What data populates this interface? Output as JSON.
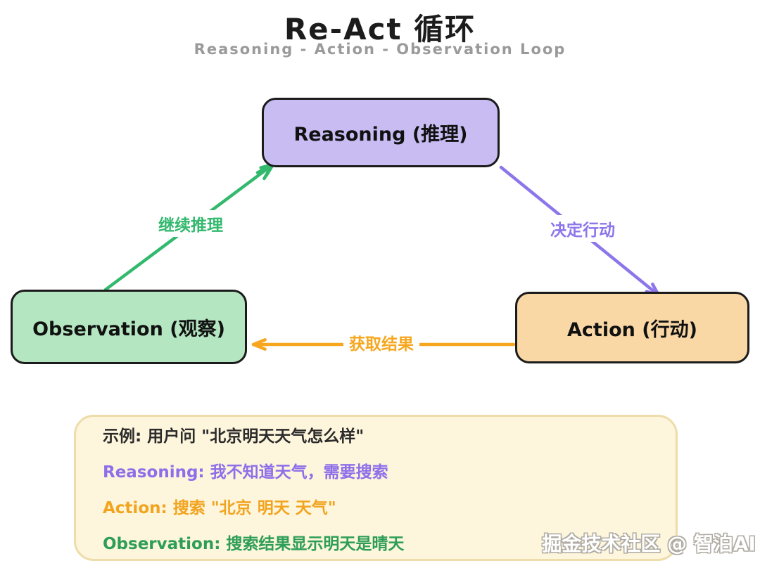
{
  "title": "Re-Act 循环",
  "subtitle": "Reasoning - Action - Observation Loop",
  "nodes": {
    "reasoning": {
      "label": "Reasoning (推理)",
      "fill": "#c8bcf3"
    },
    "observation": {
      "label": "Observation (观察)",
      "fill": "#b4e6c1"
    },
    "action": {
      "label": "Action (行动)",
      "fill": "#f9d8a6"
    }
  },
  "edges": {
    "continue_reasoning": {
      "label": "继续推理",
      "color": "#33b96e",
      "from": "observation",
      "to": "reasoning"
    },
    "decide_action": {
      "label": "决定行动",
      "color": "#8d75ea",
      "from": "reasoning",
      "to": "action"
    },
    "get_result": {
      "label": "获取结果",
      "color": "#f6a71f",
      "from": "action",
      "to": "observation"
    }
  },
  "example": {
    "fill": "#fdf5dc",
    "border": "#eedcab",
    "intro": {
      "text": "示例: 用户问 \"北京明天天气怎么样\"",
      "color": "#2b2b2b"
    },
    "reasoning": {
      "text": "Reasoning: 我不知道天气，需要搜索",
      "color": "#8d6fe9"
    },
    "action": {
      "text": "Action: 搜索 \"北京 明天 天气\"",
      "color": "#f2a41f"
    },
    "observation": {
      "text": "Observation: 搜索结果显示明天是晴天",
      "color": "#2e9e57"
    }
  },
  "watermark": "掘金技术社区 @ 智泊AI"
}
